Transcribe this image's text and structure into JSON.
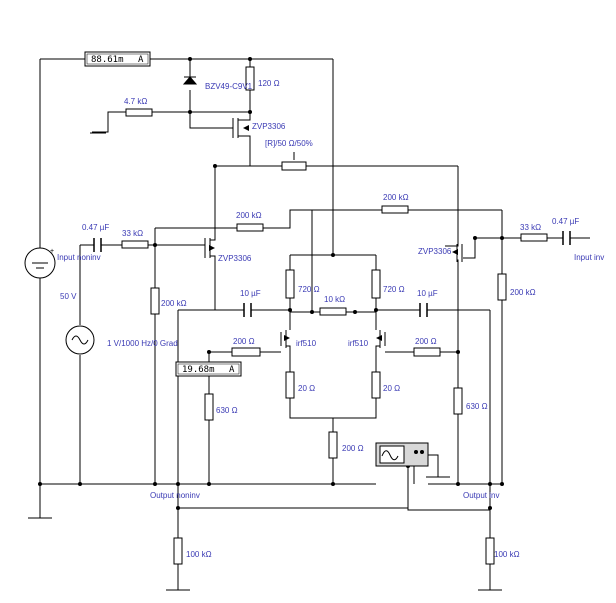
{
  "meters": {
    "top": {
      "reading": "88.61m",
      "unit": "A"
    },
    "mid": {
      "reading": "19.68m",
      "unit": "A"
    }
  },
  "labels": {
    "r120": "120 Ω",
    "zener": "BZV49-C9V1",
    "r4k7": "4.7 kΩ",
    "q_top": "ZVP3306",
    "pot": "[R]/50 Ω/50%",
    "r200k_right_top": "200 kΩ",
    "cin_l": "0.47 µF",
    "rin_l": "33 kΩ",
    "in_noninv": "Input noninv",
    "r200k_left_mid": "200 kΩ",
    "q_left": "ZVP3306",
    "q_right": "ZVP3306",
    "cin_r": "0.47 µF",
    "rin_r": "33 kΩ",
    "in_inv": "Input inv",
    "v50": "50 V",
    "r200k_left_vert": "200 kΩ",
    "r200k_right_vert": "200 kΩ",
    "r720_l": "720 Ω",
    "r720_r": "720 Ω",
    "c10_l": "10 µF",
    "c10_r": "10 µF",
    "r10k": "10 kΩ",
    "sig": "1 V/1000 Hz/0 Grad",
    "r200_l": "200 Ω",
    "r200_r": "200 Ω",
    "m_l": "irf510",
    "m_r": "irf510",
    "r20_l": "20 Ω",
    "r20_r": "20 Ω",
    "r630_l": "630 Ω",
    "r630_r": "630 Ω",
    "r200_tail": "200 Ω",
    "out_noninv": "Output noninv",
    "out_inv": "Output inv",
    "r100k_l": "100 kΩ",
    "r100k_r": "100 kΩ"
  }
}
